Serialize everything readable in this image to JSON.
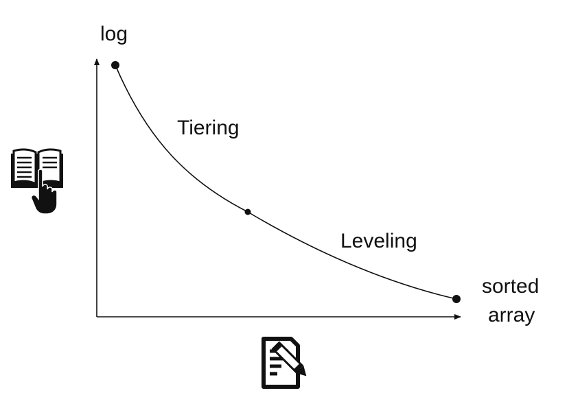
{
  "labels": {
    "y_top": "log",
    "tiering": "Tiering",
    "leveling": "Leveling",
    "x_end_line1": "sorted",
    "x_end_line2": "array"
  },
  "icons": {
    "y_axis": "read-book-icon",
    "x_axis": "write-document-icon"
  },
  "colors": {
    "ink": "#111111"
  }
}
